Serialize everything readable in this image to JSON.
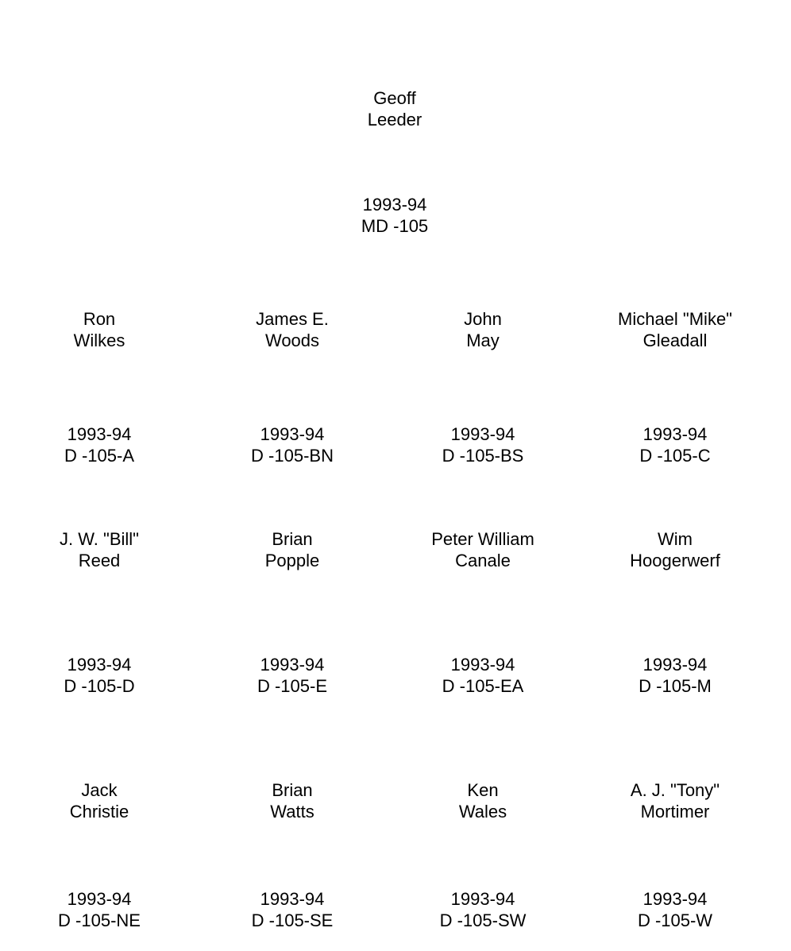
{
  "top": {
    "name": [
      "Geoff",
      "Leeder"
    ],
    "year": "1993-94",
    "district": "MD -105"
  },
  "rows": [
    [
      {
        "name": [
          "Ron",
          "Wilkes"
        ],
        "year": "1993-94",
        "district": "D -105-A"
      },
      {
        "name": [
          "James E.",
          "Woods"
        ],
        "year": "1993-94",
        "district": "D -105-BN"
      },
      {
        "name": [
          "John",
          "May"
        ],
        "year": "1993-94",
        "district": "D -105-BS"
      },
      {
        "name": [
          "Michael \"Mike\"",
          "Gleadall"
        ],
        "year": "1993-94",
        "district": "D -105-C"
      }
    ],
    [
      {
        "name": [
          "J. W. \"Bill\"",
          "Reed"
        ],
        "year": "1993-94",
        "district": "D -105-D"
      },
      {
        "name": [
          "Brian",
          "Popple"
        ],
        "year": "1993-94",
        "district": "D -105-E"
      },
      {
        "name": [
          "Peter William",
          "Canale"
        ],
        "year": "1993-94",
        "district": "D -105-EA"
      },
      {
        "name": [
          "Wim",
          "Hoogerwerf"
        ],
        "year": "1993-94",
        "district": "D -105-M"
      }
    ],
    [
      {
        "name": [
          "Jack",
          "Christie"
        ],
        "year": "1993-94",
        "district": "D -105-NE"
      },
      {
        "name": [
          "Brian",
          "Watts"
        ],
        "year": "1993-94",
        "district": "D -105-SE"
      },
      {
        "name": [
          "Ken",
          "Wales"
        ],
        "year": "1993-94",
        "district": "D -105-SW"
      },
      {
        "name": [
          "A. J. \"Tony\"",
          "Mortimer"
        ],
        "year": "1993-94",
        "district": "D -105-W"
      }
    ]
  ]
}
